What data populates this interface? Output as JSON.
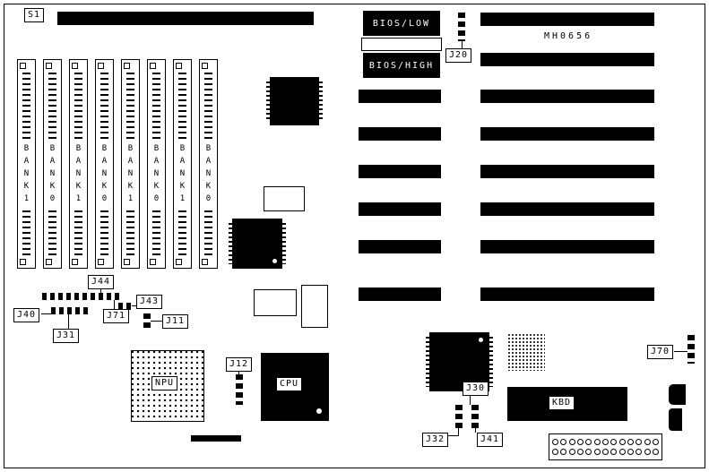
{
  "board": {
    "part_number": "MH0656"
  },
  "switch": {
    "s1": "S1"
  },
  "bios": {
    "low": "BIOS/LOW",
    "high": "BIOS/HIGH"
  },
  "jumpers": {
    "j20": "J20",
    "j44": "J44",
    "j43": "J43",
    "j40": "J40",
    "j71": "J71",
    "j31": "J31",
    "j11": "J11",
    "j12": "J12",
    "j30": "J30",
    "j32": "J32",
    "j41": "J41",
    "j70": "J70"
  },
  "chips": {
    "npu": "NPU",
    "cpu": "CPU",
    "kbd": "KBD"
  },
  "simm_banks": [
    "BANK1",
    "BANK0",
    "BANK1",
    "BANK0",
    "BANK1",
    "BANK0",
    "BANK1",
    "BANK0"
  ]
}
